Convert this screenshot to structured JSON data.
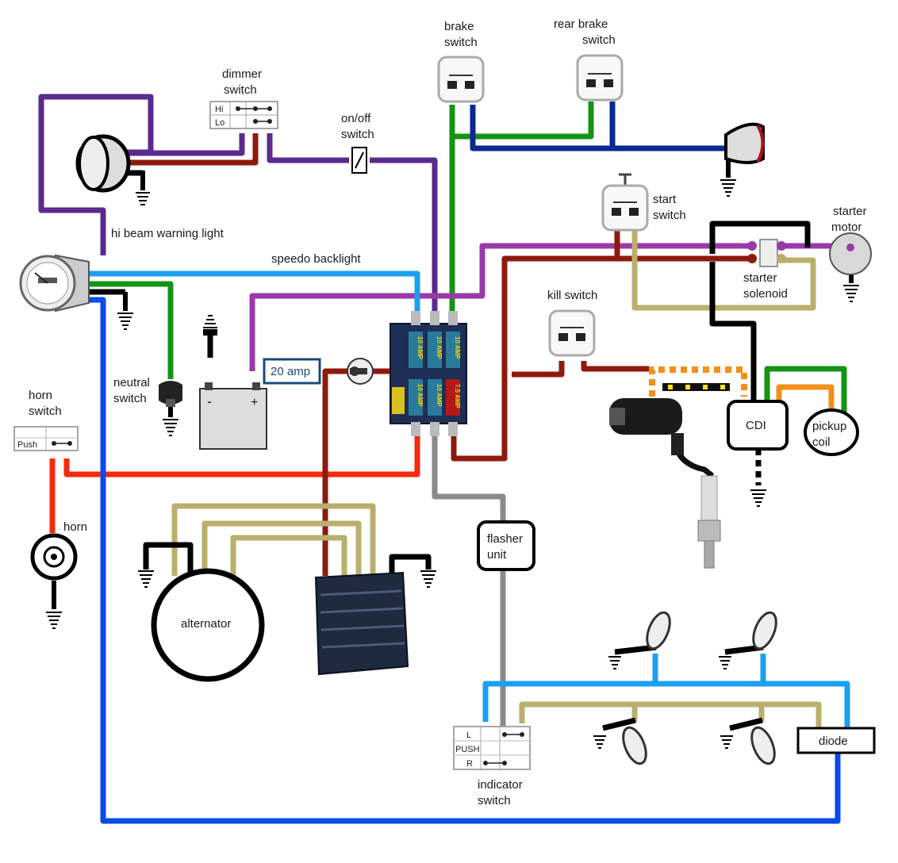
{
  "labels": {
    "dimmer_switch": [
      "dimmer",
      "switch"
    ],
    "dimmer_hi": "Hi",
    "dimmer_lo": "Lo",
    "on_off_switch": [
      "on/off",
      "switch"
    ],
    "brake_switch": [
      "brake",
      "switch"
    ],
    "rear_brake_switch": [
      "rear  brake",
      "switch"
    ],
    "hi_beam_warning": "hi beam warning light",
    "speedo_backlight": "speedo backlight",
    "start_switch": [
      "start",
      "switch"
    ],
    "starter_motor": [
      "starter",
      "motor"
    ],
    "starter_solenoid": [
      "starter",
      "solenoid"
    ],
    "kill_switch": "kill switch",
    "neutral_switch": [
      "neutral",
      "switch"
    ],
    "fuse_20": "20 amp",
    "horn_switch": [
      "horn",
      "switch"
    ],
    "horn_push": "Push",
    "horn": "horn",
    "cdi": "CDI",
    "pickup_coil": [
      "pickup",
      "coil"
    ],
    "flasher_unit": [
      "flasher",
      "unit"
    ],
    "alternator": "alternator",
    "diode": "diode",
    "indicator_switch": [
      "indicator",
      "switch"
    ],
    "ind_l": "L",
    "ind_push": "PUSH",
    "ind_r": "R",
    "fuse_10a": "10 AMP",
    "fuse_75a": "7.5 AMP"
  },
  "colors": {
    "purple": "#5a2a8e",
    "dark_red": "#8e1a0e",
    "green": "#149414",
    "navy": "#0b2a8e",
    "light_blue": "#1aa0f2",
    "magenta": "#9a3aaa",
    "khaki": "#b8b06c",
    "red": "#f22a0e",
    "gray": "#8a8a8a",
    "blue": "#0a4ae8",
    "orange": "#f2901a",
    "black": "#000000"
  }
}
